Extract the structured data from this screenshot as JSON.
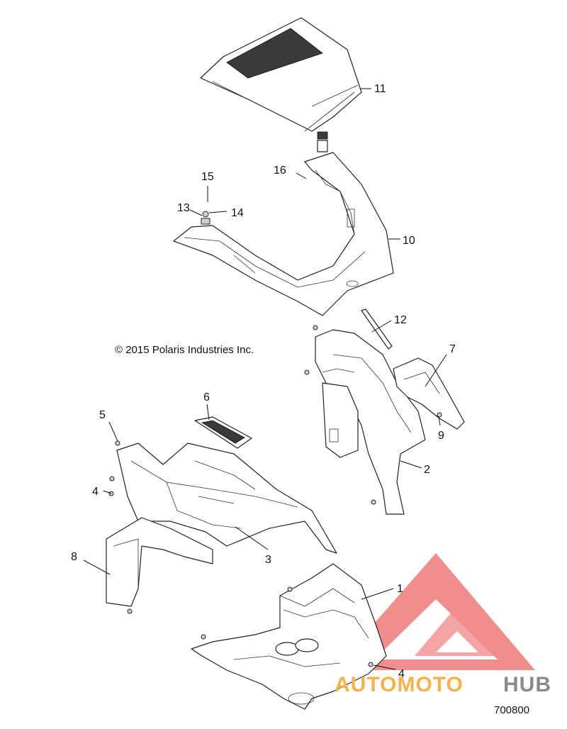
{
  "copyright": "© 2015 Polaris Industries Inc.",
  "figure_number": "700800",
  "watermark": {
    "part1": "AUTOMOTO",
    "part2": "HUB",
    "color_primary": "#f07a7a",
    "color_secondary": "#f6b24a",
    "color_dark": "#8a8a8a"
  },
  "callouts": [
    {
      "id": "11",
      "label": "11"
    },
    {
      "id": "15",
      "label": "15"
    },
    {
      "id": "16",
      "label": "16"
    },
    {
      "id": "13",
      "label": "13"
    },
    {
      "id": "14",
      "label": "14"
    },
    {
      "id": "10",
      "label": "10"
    },
    {
      "id": "12",
      "label": "12"
    },
    {
      "id": "7",
      "label": "7"
    },
    {
      "id": "6",
      "label": "6"
    },
    {
      "id": "5",
      "label": "5"
    },
    {
      "id": "9",
      "label": "9"
    },
    {
      "id": "2",
      "label": "2"
    },
    {
      "id": "4a",
      "label": "4"
    },
    {
      "id": "3",
      "label": "3"
    },
    {
      "id": "8",
      "label": "8"
    },
    {
      "id": "1",
      "label": "1"
    },
    {
      "id": "4b",
      "label": "4"
    }
  ]
}
